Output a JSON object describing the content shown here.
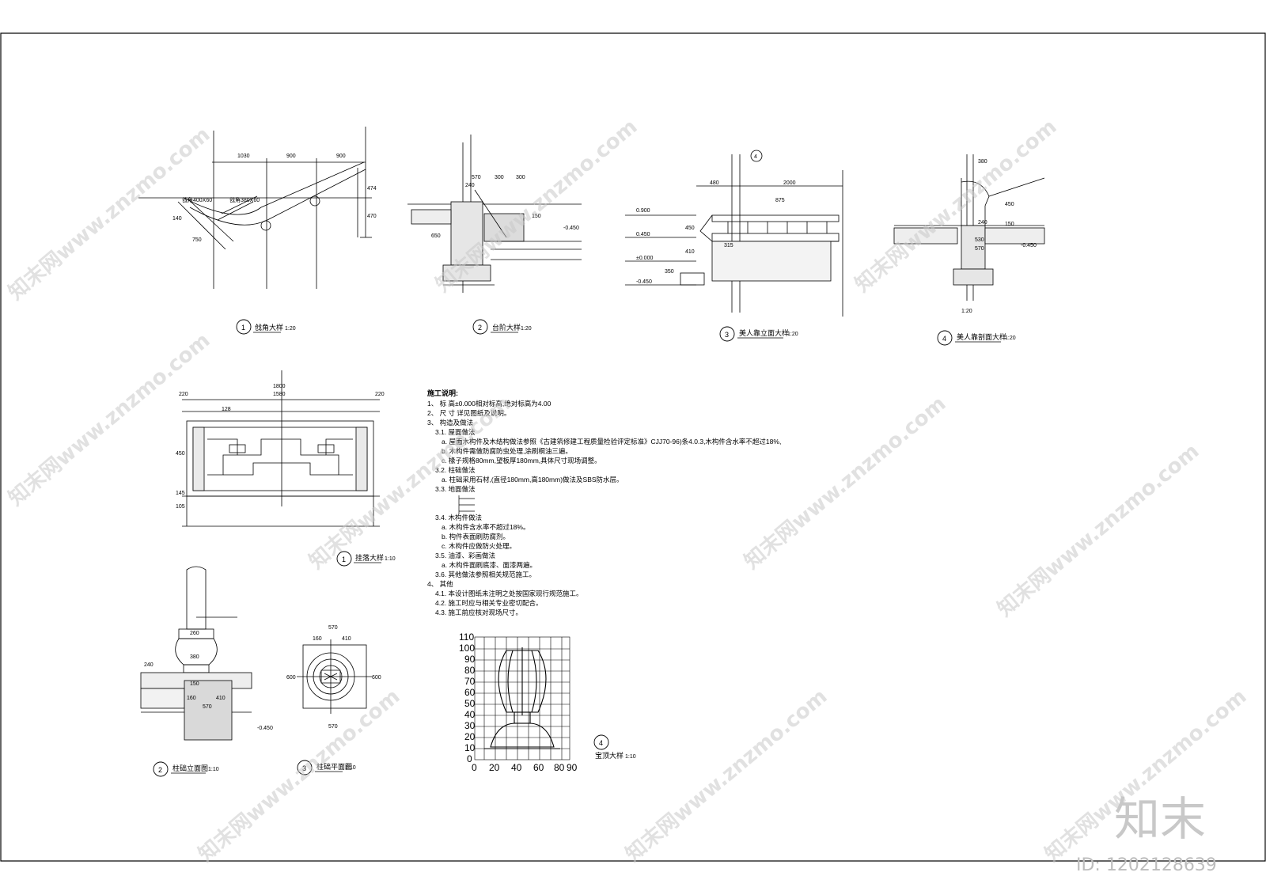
{
  "details": {
    "d1": {
      "num": "1",
      "title": "戗角大样",
      "scale": "1:20",
      "dims": [
        "1030",
        "900",
        "900",
        "474",
        "470",
        "750",
        "140"
      ],
      "labels": [
        "戗角400X60",
        "戗角380X60"
      ]
    },
    "d2": {
      "num": "2",
      "title": "台阶大样",
      "scale": "1:20",
      "dims": [
        "570",
        "300",
        "300",
        "650",
        "240",
        "150"
      ],
      "levels": [
        "-0.450"
      ]
    },
    "d3": {
      "num": "3",
      "title": "美人靠立面大样",
      "scale": "1:20",
      "dims": [
        "480",
        "2000",
        "875",
        "450",
        "315",
        "410",
        "350"
      ],
      "levels": [
        "0.900",
        "0.450",
        "±0.000",
        "-0.450"
      ],
      "section_tag": "4"
    },
    "d4": {
      "num": "4",
      "title": "美人靠剖面大样",
      "scale": "1:20",
      "dims": [
        "380",
        "240",
        "530",
        "570",
        "450",
        "150"
      ],
      "levels": [
        "-0.450"
      ],
      "extra_scale": "1:20"
    },
    "d5": {
      "num": "1",
      "title": "挂落大样",
      "scale": "1:10",
      "dims": [
        "1800",
        "1580",
        "220",
        "220",
        "128",
        "450",
        "145",
        "105"
      ]
    },
    "d6": {
      "num": "2",
      "title": "柱础立面图",
      "scale": "1:10",
      "dims": [
        "260",
        "380",
        "240",
        "150",
        "160",
        "570",
        "410"
      ],
      "levels": [
        "-0.450"
      ]
    },
    "d7": {
      "num": "3",
      "title": "柱础平面图",
      "scale": "1:10",
      "dims": [
        "570",
        "160",
        "410",
        "600",
        "600",
        "570"
      ]
    },
    "d8": {
      "num": "4",
      "title": "宝顶大样",
      "scale": "1:10",
      "y_ticks": [
        "110",
        "100",
        "90",
        "80",
        "70",
        "60",
        "50",
        "40",
        "30",
        "20",
        "10",
        "0"
      ],
      "x_ticks": [
        "0",
        "20",
        "40",
        "60",
        "80",
        "90"
      ]
    }
  },
  "notes": {
    "heading": "施工说明:",
    "lines": [
      "1、  标  高±0.000相对标高,绝对标高为4.00",
      "2、  尺  寸  详见图纸及说明。",
      "3、  构造及做法",
      "3.1.  屋面做法",
      "a.  屋面木构件及木结构做法参照《古建筑修建工程质量检验评定标准》CJJ70-96)条4.0.3,木构件含水率不超过18%,",
      "b.  木构件需做防腐防虫处理,涂刷桐油三遍。",
      "c.  椽子规格80mm,望板厚180mm,具体尺寸现场调整。",
      "3.2.  柱础做法",
      "a.  柱础采用石材,(直径180mm,高180mm)做法及SBS防水层。",
      "3.3.  地面做法",
      "3.4.  木构件做法",
      "a.  木构件含水率不超过18%。",
      "b.  构件表面刷防腐剂。",
      "c.  木构件应做防火处理。",
      "3.5.  油漆、彩画做法",
      "a.  木构件面刷底漆、面漆两遍。",
      "3.6.  其他做法参照相关规范施工。",
      "4、  其他",
      "4.1.  本设计图纸未注明之处按国家现行规范施工。",
      "4.2.  施工时应与相关专业密切配合。",
      "4.3.  施工前应核对现场尺寸。"
    ]
  },
  "watermark": {
    "text": "知末网www.znzmo.com"
  },
  "brand": {
    "logo": "知末",
    "id_text": "ID: 1202128639"
  }
}
